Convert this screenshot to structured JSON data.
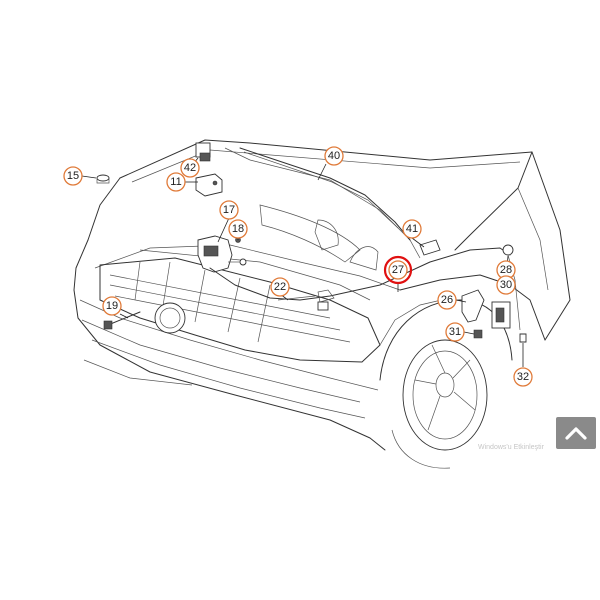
{
  "diagram": {
    "callouts": [
      {
        "id": "c15",
        "label": "15"
      },
      {
        "id": "c42",
        "label": "42"
      },
      {
        "id": "c11",
        "label": "11"
      },
      {
        "id": "c40",
        "label": "40"
      },
      {
        "id": "c17",
        "label": "17"
      },
      {
        "id": "c18",
        "label": "18"
      },
      {
        "id": "c41",
        "label": "41"
      },
      {
        "id": "c27",
        "label": "27",
        "highlighted": true
      },
      {
        "id": "c28",
        "label": "28"
      },
      {
        "id": "c30",
        "label": "30"
      },
      {
        "id": "c22",
        "label": "22"
      },
      {
        "id": "c26",
        "label": "26"
      },
      {
        "id": "c19",
        "label": "19"
      },
      {
        "id": "c31",
        "label": "31"
      },
      {
        "id": "c32",
        "label": "32"
      }
    ],
    "highlight_color": "#e01010",
    "callout_border_color": "#e07b3a"
  },
  "watermark": {
    "text": "Windows'u Etkinleştir"
  },
  "scroll_top_button": {
    "icon": "chevron-up-icon",
    "color": "#8a8a8a"
  }
}
